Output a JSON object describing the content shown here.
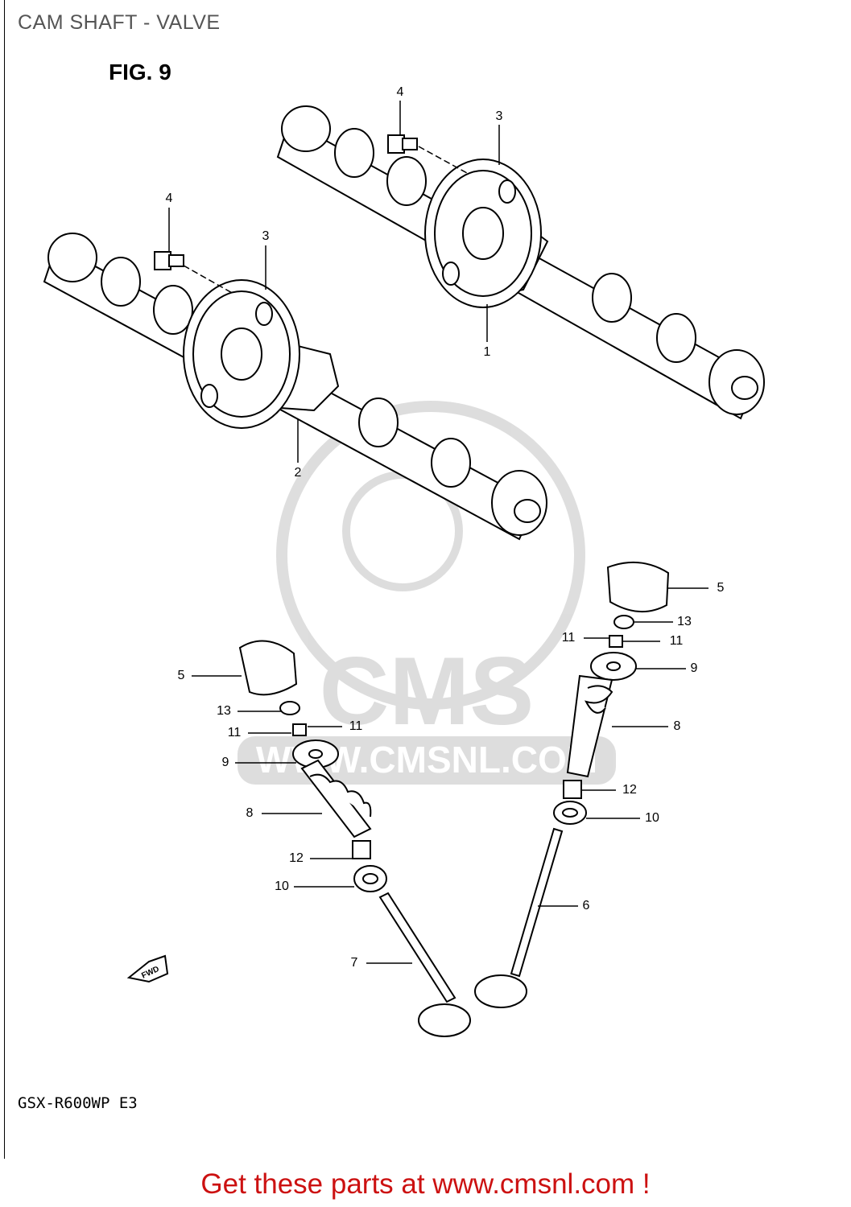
{
  "header": {
    "title": "CAM SHAFT - VALVE"
  },
  "figure": {
    "label": "FIG. 9"
  },
  "model": {
    "code": "GSX-R600WP E3"
  },
  "footer": {
    "link_text": "Get these parts at www.cmsnl.com !"
  },
  "watermark": {
    "text": "CMS",
    "url_text": "WWW.CMSNL.COM"
  },
  "direction_marker": {
    "text": "FWD"
  },
  "colors": {
    "footer_link": "#cc1111",
    "title": "#555555",
    "line": "#000000"
  },
  "callouts": {
    "c1": "1",
    "c2": "2",
    "c3a": "3",
    "c3b": "3",
    "c4a": "4",
    "c4b": "4",
    "c5a": "5",
    "c5b": "5",
    "c6": "6",
    "c7": "7",
    "c8a": "8",
    "c8b": "8",
    "c9a": "9",
    "c9b": "9",
    "c10a": "10",
    "c10b": "10",
    "c11a": "11",
    "c11b": "11",
    "c11c": "11",
    "c11d": "11",
    "c12a": "12",
    "c12b": "12",
    "c13a": "13",
    "c13b": "13"
  }
}
